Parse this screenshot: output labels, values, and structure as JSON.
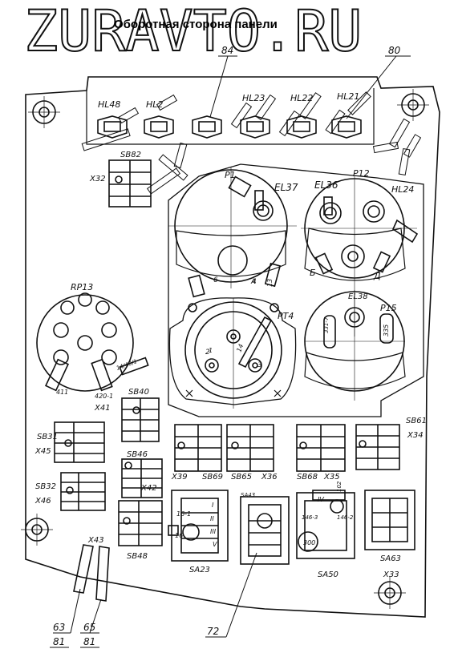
{
  "watermark": "ZURAVTO.RU",
  "title": "Оборотная сторона панели",
  "callouts": {
    "c84": "84",
    "c80": "80",
    "c72": "72",
    "c63": "63",
    "c81a": "81",
    "c65": "65",
    "c81b": "81"
  },
  "lamps": {
    "hl48": "HL48",
    "hl2": "HL2",
    "hl23": "HL23",
    "hl22": "HL22",
    "hl21": "HL21",
    "hl24": "HL24"
  },
  "gauges": {
    "p1": "P1",
    "p12": "P12",
    "el37": "EL37",
    "el36": "EL36",
    "el38": "EL38",
    "pt4": "PT4",
    "p15": "P15"
  },
  "sockets": {
    "rp13": "RP13"
  },
  "switches": {
    "sb82": "SB82",
    "sb40": "SB40",
    "sb31": "SB31",
    "sb32": "SB32",
    "sb46": "SB46",
    "sb48": "SB48",
    "sb69": "SB69",
    "sb65": "SB65",
    "sb68": "SB68",
    "sb61": "SB61",
    "sa23": "SA23",
    "sa50": "SA50",
    "sa63": "SA63",
    "sa43": "SA43"
  },
  "connectors": {
    "x32": "X32",
    "x41": "X41",
    "x45": "X45",
    "x46": "X46",
    "x42": "X42",
    "x39": "X39",
    "x36": "X36",
    "x35": "X35",
    "x34": "X34",
    "x33": "X33",
    "x43": "X43"
  },
  "wire_tags": {
    "w411": "411",
    "w4201": "420-1",
    "w3317": "331-7",
    "w335": "335",
    "w300": "300",
    "w1401": "14/40/1",
    "w161": "16-1",
    "w16": "16",
    "w1": "1",
    "w2": "2",
    "w3": "3",
    "w4": "4",
    "w6": "6",
    "w13": "13",
    "w14": "14",
    "w102": "102",
    "w1463": "146-3",
    "w1462": "146-2"
  },
  "terminal_marks": {
    "tI": "I",
    "tII": "II",
    "tIII": "III",
    "tV": "V",
    "tIV": "IV",
    "tA": "A",
    "tB": "Б",
    "tD": "Д"
  }
}
